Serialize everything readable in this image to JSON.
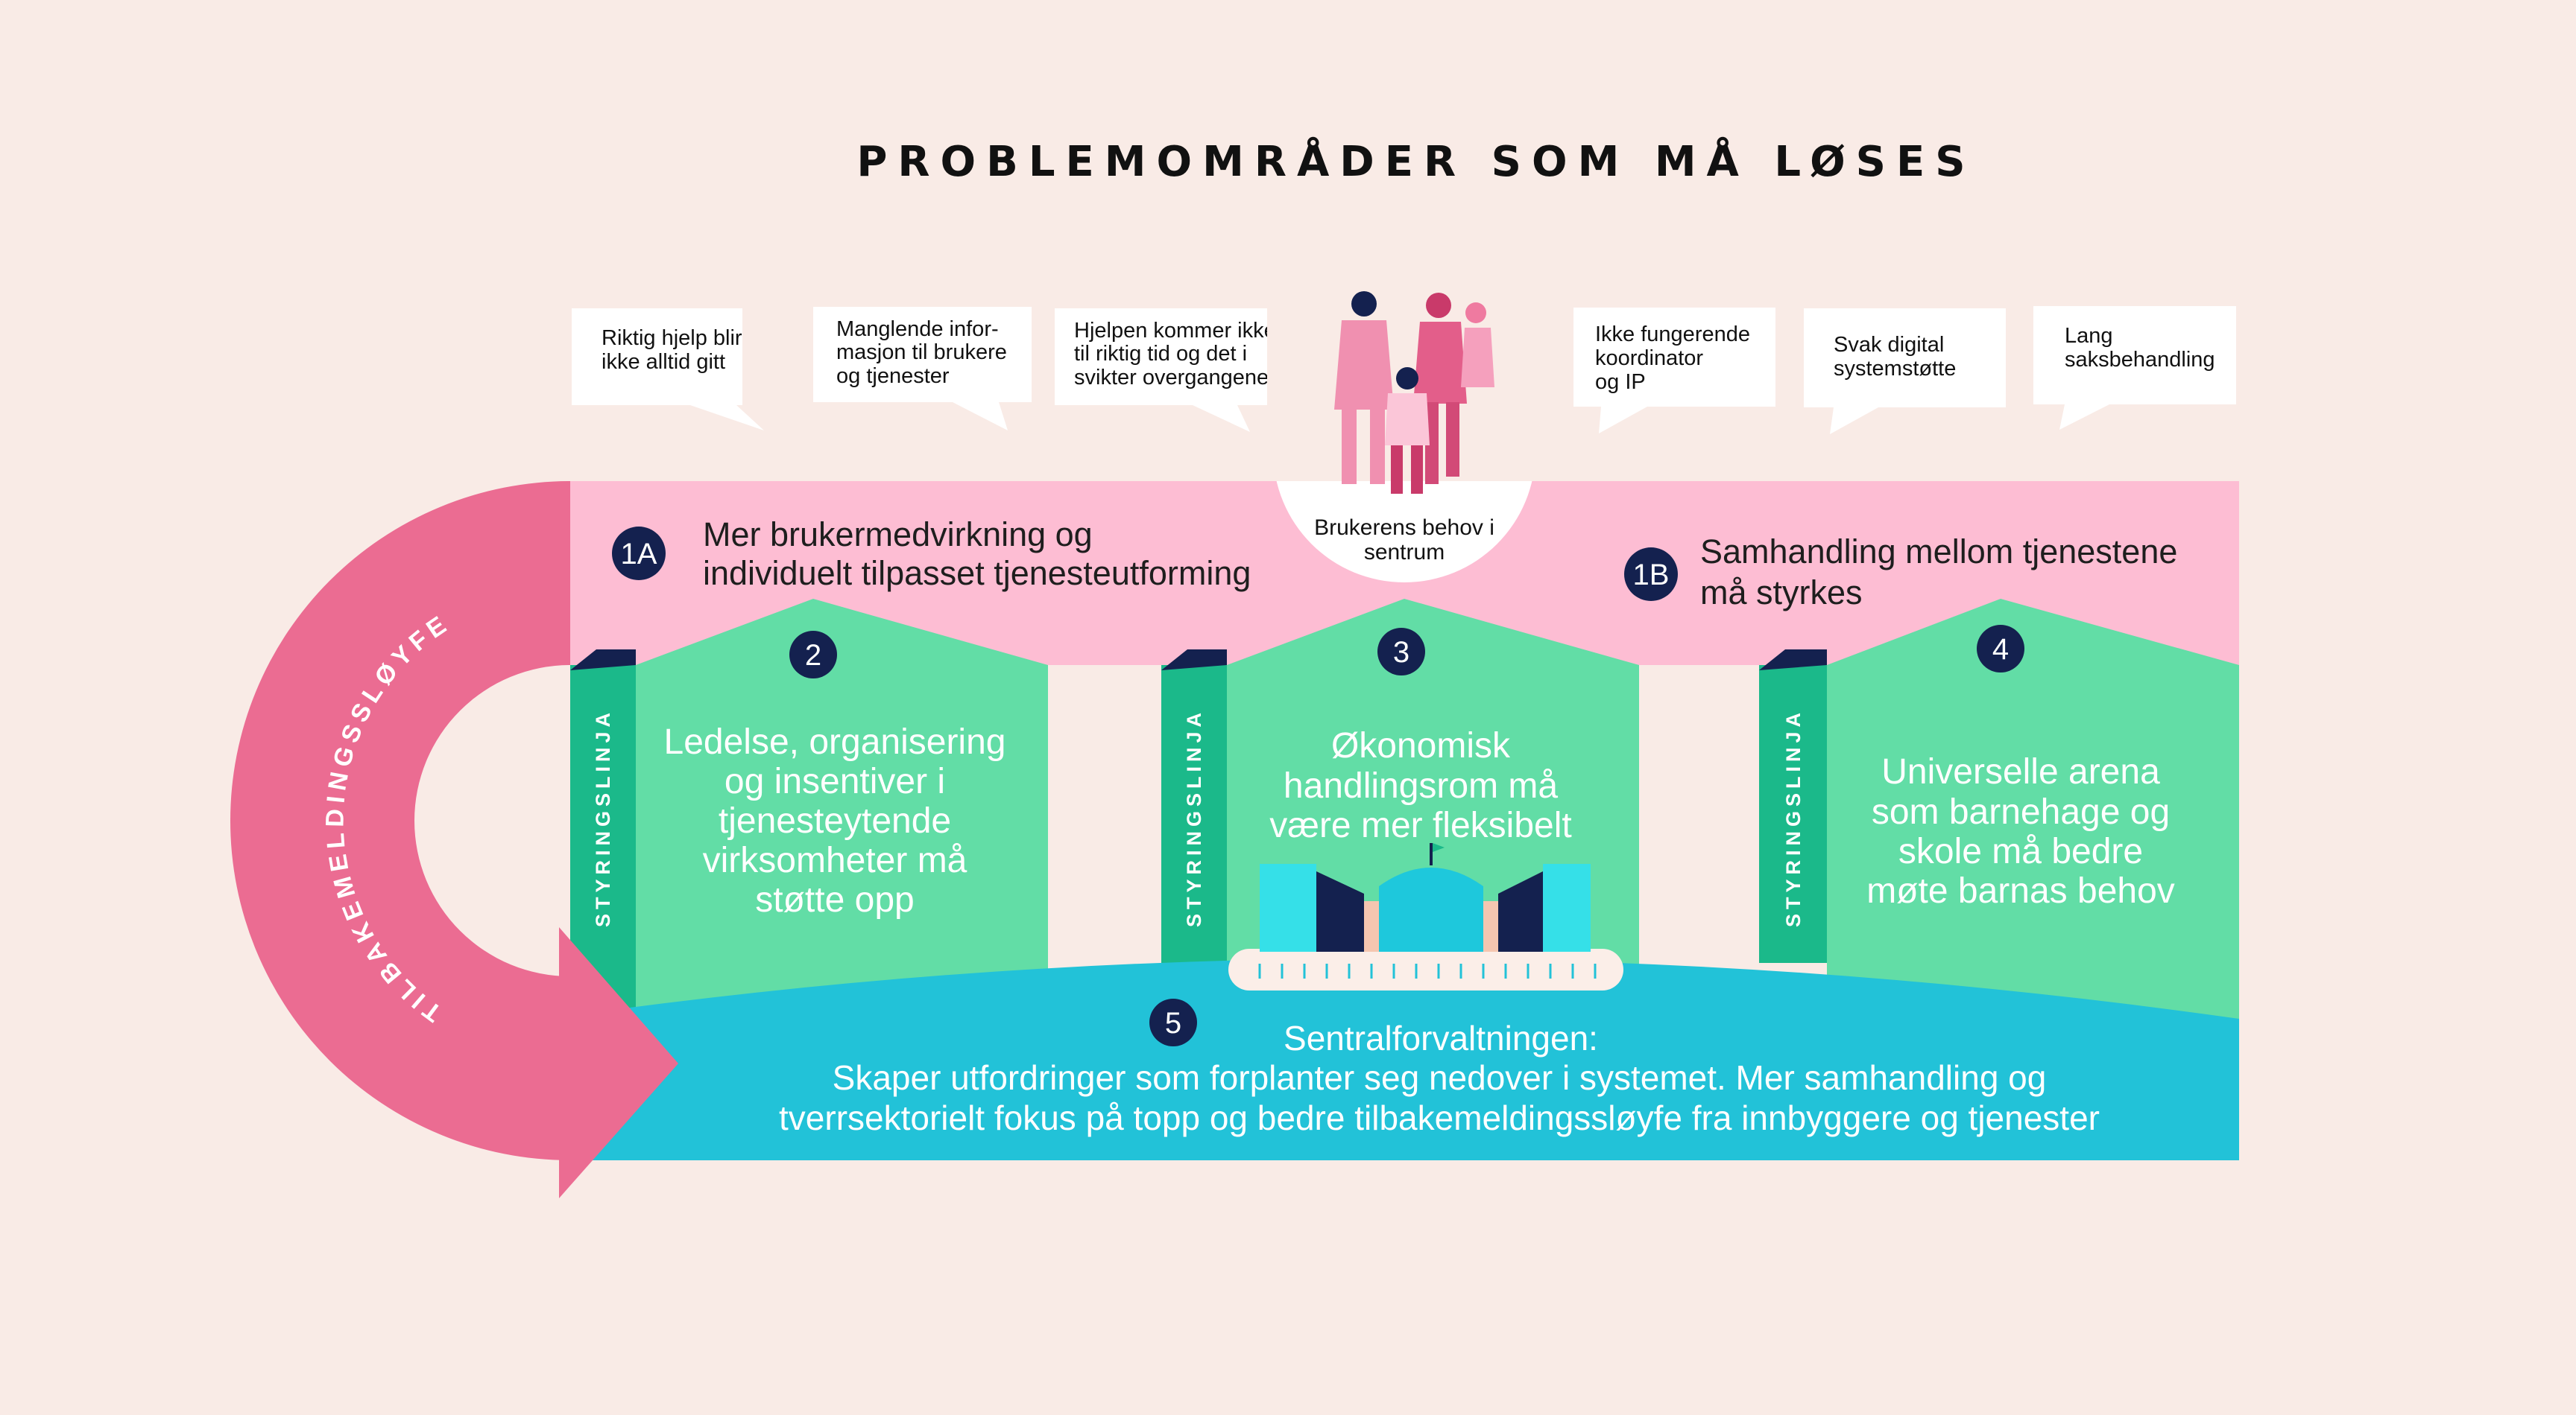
{
  "title": "PROBLEMOMRÅDER SOM MÅ LØSES",
  "bubbles": [
    {
      "lines": [
        "Riktig hjelp blir",
        "ikke alltid gitt"
      ]
    },
    {
      "lines": [
        "Manglende infor-",
        "masjon til brukere",
        "og tjenester"
      ]
    },
    {
      "lines": [
        "Hjelpen kommer ikke",
        "til riktig tid og det i",
        "svikter overgangene"
      ]
    },
    {
      "lines": [
        "Ikke fungerende",
        "koordinator",
        "og IP"
      ]
    },
    {
      "lines": [
        "Svak digital",
        "systemstøtte"
      ]
    },
    {
      "lines": [
        "Lang",
        "saksbehandling"
      ]
    }
  ],
  "center": {
    "lines": [
      "Brukerens behov i",
      "sentrum"
    ]
  },
  "area_1a": {
    "number": "1A",
    "lines": [
      "Mer brukermedvirkning og",
      "individuelt tilpasset tjenesteutforming"
    ]
  },
  "area_1b": {
    "number": "1B",
    "lines": [
      "Samhandling mellom tjenestene",
      "må styrkes"
    ]
  },
  "pillars": [
    {
      "number": "2",
      "strip": "STYRINGSLINJA",
      "lines": [
        "Ledelse, organisering",
        "og insentiver i",
        "tjenesteytende",
        "virksomheter må",
        "støtte opp"
      ]
    },
    {
      "number": "3",
      "strip": "STYRINGSLINJA",
      "lines": [
        "Økonomisk",
        "handlingsrom må",
        "være mer fleksibelt"
      ]
    },
    {
      "number": "4",
      "strip": "STYRINGSLINJA",
      "lines": [
        "Universelle arena",
        "som barnehage og",
        "skole må bedre",
        "møte barnas behov"
      ]
    }
  ],
  "area_5": {
    "number": "5",
    "lines": [
      "Sentralforvaltningen:",
      "Skaper utfordringer som forplanter seg nedover i systemet. Mer samhandling og",
      "tverrsektorielt fokus på topp og bedre tilbakemeldingssløyfe fra innbyggere og tjenester"
    ]
  },
  "feedback_loop": "TILBAKEMELDINGSSLØYFE",
  "colors": {
    "background": "#f9ebe6",
    "pink": "#fdbdd3",
    "arrow": "#eb6c92",
    "green": "#62dda6",
    "strip": "#1bb98a",
    "blue": "#22c2d8",
    "navy": "#14214f"
  }
}
